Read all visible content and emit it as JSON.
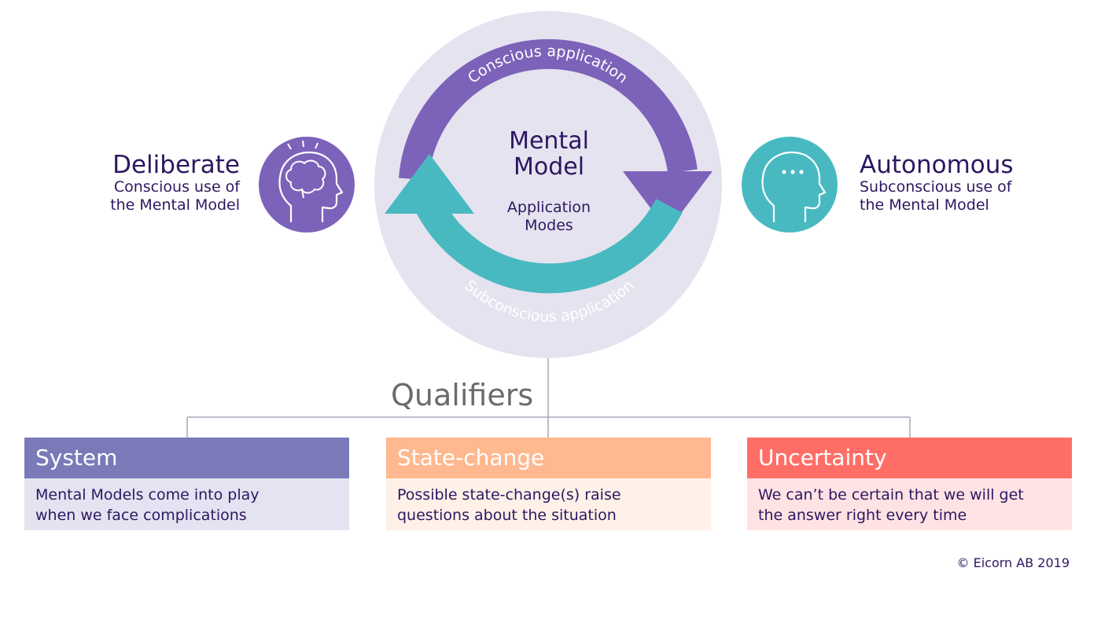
{
  "colors": {
    "purple": "#7d62b9",
    "teal": "#49b9c1",
    "circle_bg": "#e5e3ef",
    "dark_text": "#2d1761",
    "system_head": "#7a7ab9",
    "system_body": "#e3e3f1",
    "state_head": "#ffb88f",
    "state_body": "#fff0e8",
    "uncertainty_head": "#ff6e66",
    "uncertainty_body": "#ffe3e4"
  },
  "center": {
    "title_line1": "Mental",
    "title_line2": "Model",
    "subtitle_line1": "Application",
    "subtitle_line2": "Modes",
    "top_arc_label": "Conscious application",
    "bottom_arc_label": "Subconscious application"
  },
  "left": {
    "title": "Deliberate",
    "sub_line1": "Conscious use of",
    "sub_line2": "the Mental Model",
    "icon": "head-with-brain-icon"
  },
  "right": {
    "title": "Autonomous",
    "sub_line1": "Subconscious use of",
    "sub_line2": "the Mental Model",
    "icon": "head-with-thought-bubble-icon"
  },
  "qualifiers": {
    "label": "Qualifiers",
    "cards": [
      {
        "title": "System",
        "line1": "Mental Models come into play",
        "line2": "when we face complications"
      },
      {
        "title": "State-change",
        "line1": "Possible state-change(s) raise",
        "line2": "questions about the situation"
      },
      {
        "title": "Uncertainty",
        "line1": "We can’t be certain that we will get",
        "line2": "the answer right every time"
      }
    ]
  },
  "footer": {
    "copyright": "© Eicorn AB 2019"
  }
}
